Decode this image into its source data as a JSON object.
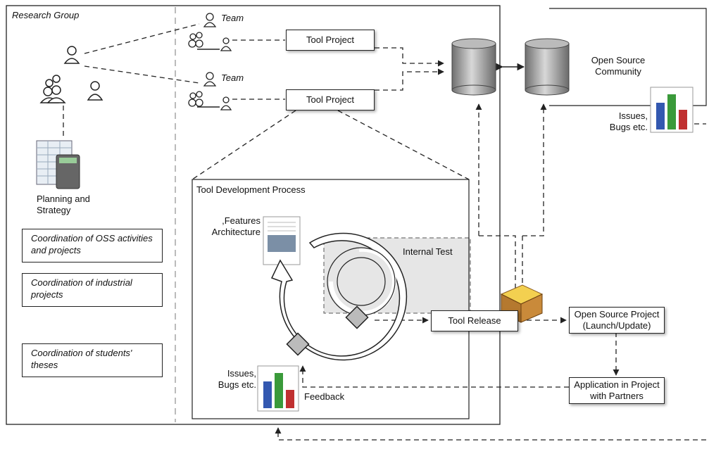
{
  "research_group": {
    "title": "Research Group",
    "planning_label": "Planning and\nStrategy",
    "coordination": [
      "Coordination of OSS activities and projects",
      "Coordination of industrial projects",
      "Coordination of students' theses"
    ]
  },
  "teams": [
    {
      "label": "Team",
      "project": "Tool Project"
    },
    {
      "label": "Team",
      "project": "Tool Project"
    }
  ],
  "process": {
    "title": "Tool Development Process",
    "features_label": "Features,\nArchitecture",
    "internal_test": "Internal Test",
    "issues_label": "Issues,\nBugs etc.",
    "feedback": "Feedback",
    "tool_release": "Tool Release"
  },
  "community": {
    "title": "Open Source\nCommunity",
    "issues_label": "Issues,\nBugs etc."
  },
  "oss_project": "Open Source Project\n(Launch/Update)",
  "application": "Application in Project\nwith Partners",
  "colors": {
    "line": "#222222",
    "shade": "#e6e6e6",
    "db": "#8a8a8a"
  }
}
